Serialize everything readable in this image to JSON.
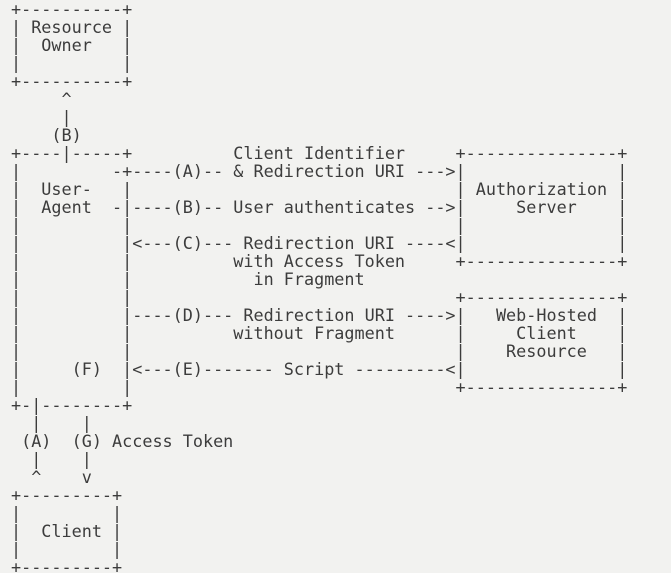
{
  "page": {
    "background_color": "#f2f2f0",
    "text_color": "#3c3c3c"
  },
  "diagram": {
    "lines": [
      "+----------+",
      "| Resource |",
      "|  Owner   |",
      "|          |",
      "+----------+",
      "     ^",
      "     |",
      "    (B)",
      "+----|-----+          Client Identifier     +---------------+",
      "|         -+----(A)-- & Redirection URI --->|               |",
      "|  User-   |                                | Authorization |",
      "|  Agent  -|----(B)-- User authenticates -->|     Server    |",
      "|          |                                |               |",
      "|          |<---(C)--- Redirection URI ----<|               |",
      "|          |          with Access Token     +---------------+",
      "|          |            in Fragment",
      "|          |                                +---------------+",
      "|          |----(D)--- Redirection URI ---->|   Web-Hosted  |",
      "|          |          without Fragment      |     Client    |",
      "|          |                                |    Resource   |",
      "|     (F)  |<---(E)------- Script ---------<|               |",
      "|          |                                +---------------+",
      "+-|--------+",
      "  |    |",
      " (A)  (G) Access Token",
      "  |    |",
      "  ^    v",
      "+---------+",
      "|         |",
      "|  Client |",
      "|         |",
      "+---------+"
    ],
    "boxes": [
      {
        "label": "Resource Owner"
      },
      {
        "label": "User-Agent"
      },
      {
        "label": "Authorization Server"
      },
      {
        "label": "Web-Hosted Client Resource"
      },
      {
        "label": "Client"
      }
    ],
    "flow_steps": [
      {
        "id": "(A)",
        "label": "Client Identifier & Redirection URI"
      },
      {
        "id": "(B)",
        "label": "User authenticates"
      },
      {
        "id": "(C)",
        "label": "Redirection URI with Access Token in Fragment"
      },
      {
        "id": "(D)",
        "label": "Redirection URI without Fragment"
      },
      {
        "id": "(E)",
        "label": "Script"
      },
      {
        "id": "(F)",
        "label": ""
      },
      {
        "id": "(G)",
        "label": "Access Token"
      }
    ]
  }
}
